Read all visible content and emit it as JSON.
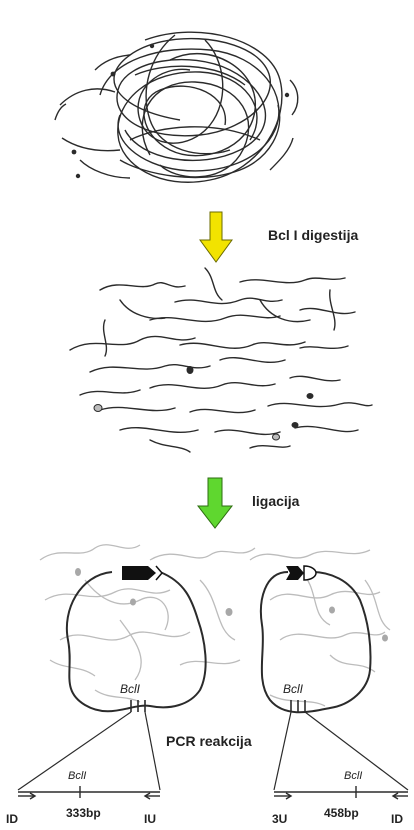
{
  "steps": {
    "digestion_label": "Bcl I digestija",
    "ligation_label": "ligacija",
    "pcr_label": "PCR reakcija"
  },
  "loops": {
    "left_site": "BclI",
    "right_site": "BclI"
  },
  "products": {
    "left": {
      "site": "BclI",
      "size": "333bp",
      "start_primer": "ID",
      "end_primer": "IU"
    },
    "right": {
      "site": "BclI",
      "size": "458bp",
      "start_primer": "3U",
      "end_primer": "ID"
    }
  },
  "colors": {
    "digestion_arrow": "#f2e300",
    "ligation_arrow": "#5fd72f",
    "dna_strand": "#2b2b2b",
    "background_dna": "#bcbcbc"
  }
}
